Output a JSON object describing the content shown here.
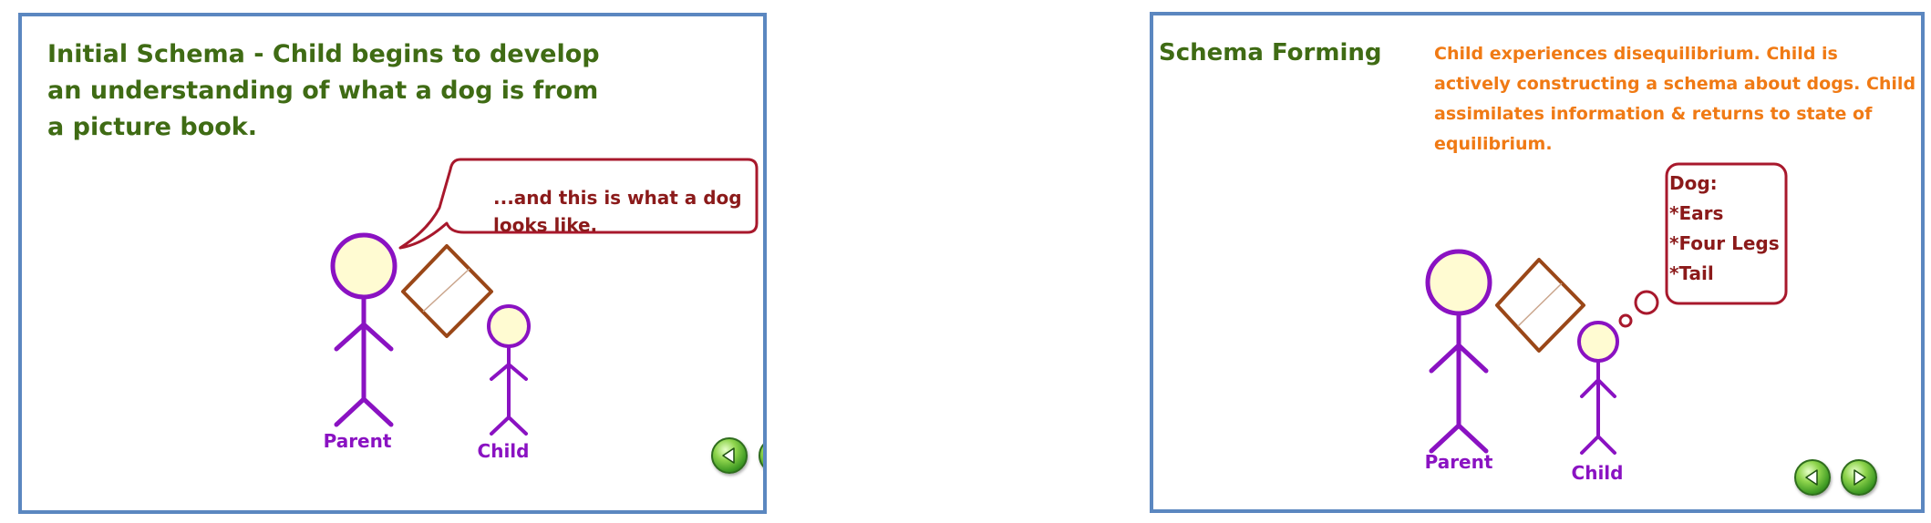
{
  "slides": {
    "initial": {
      "title": "Initial Schema - Child begins to develop\nan understanding of what a dog is from\na picture book.",
      "speech_bubble": "...and this is what a dog\nlooks like.",
      "parent_label": "Parent",
      "child_label": "Child",
      "nav": {
        "prev_icon": "triangle-left-icon",
        "next_icon": "triangle-right-icon"
      }
    },
    "forming": {
      "title": "Schema Forming",
      "description": "Child experiences disequilibrium. Child is actively constructing a schema about dogs. Child assimilates information & returns to state of equilibrium.",
      "thought_bubble": {
        "heading": "Dog:",
        "items": [
          "*Ears",
          "*Four Legs",
          "*Tail"
        ]
      },
      "parent_label": "Parent",
      "child_label": "Child",
      "nav": {
        "prev_icon": "triangle-left-icon",
        "next_icon": "triangle-right-icon"
      }
    }
  },
  "colors": {
    "title_green": "#3f6b14",
    "description_orange": "#f07a14",
    "bubble_red": "#8b1a1a",
    "figure_purple": "#8a12c2",
    "head_fill": "#fffbd2",
    "book_brown": "#9a4718",
    "slide_border": "#5b87c0",
    "button_green": "#3c9822"
  }
}
